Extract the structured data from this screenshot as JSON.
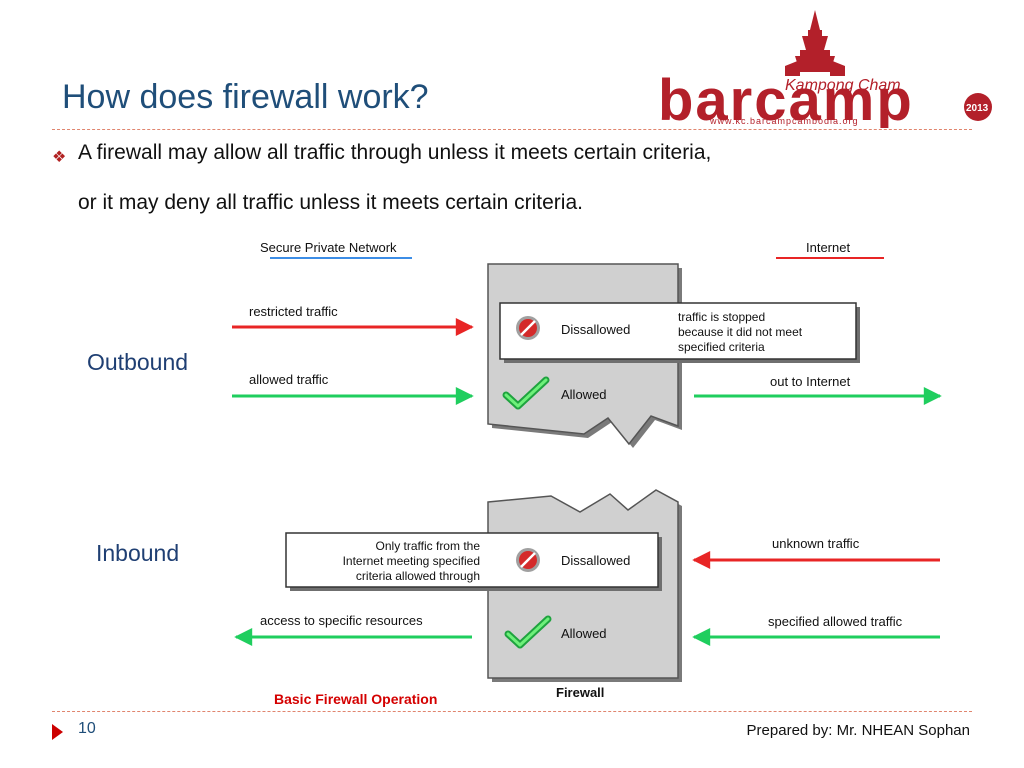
{
  "slide": {
    "title": "How does firewall work?",
    "bullet": {
      "icon": "diamond-bullet-icon",
      "line1": "A firewall may allow all traffic through unless it meets certain criteria,",
      "line2": "or it may deny all traffic unless it meets certain criteria."
    },
    "page_number": "10",
    "footer": "Prepared by: Mr. NHEAN Sophan"
  },
  "logo": {
    "top_text": "Kampong Cham",
    "wordmark": "barcamp",
    "url": "www.kc.barcampcambodia.org",
    "year": "2013"
  },
  "diagram": {
    "legend_private": "Secure Private Network",
    "legend_internet": "Internet",
    "outbound": {
      "side_label": "Outbound",
      "restricted": "restricted traffic",
      "allowed": "allowed traffic",
      "disallowed": "Dissallowed",
      "note_line1": "traffic is stopped",
      "note_line2": "because it did not meet",
      "note_line3": "specified criteria",
      "allowed_status": "Allowed",
      "out": "out to Internet"
    },
    "inbound": {
      "side_label": "Inbound",
      "unknown": "unknown traffic",
      "specified": "specified allowed traffic",
      "note_line1": "Only traffic from the",
      "note_line2": "Internet meeting specified",
      "note_line3": "criteria allowed through",
      "disallowed": "Dissallowed",
      "allowed_status": "Allowed",
      "access": "access to specific resources"
    },
    "firewall_label": "Firewall",
    "caption": "Basic Firewall Operation"
  },
  "colors": {
    "title": "#1f4e79",
    "private_line": "#3c8de6",
    "internet_line": "#e82525",
    "allowed_arrow": "#1fce5e",
    "caption": "#d40000",
    "logo": "#b3202a"
  }
}
